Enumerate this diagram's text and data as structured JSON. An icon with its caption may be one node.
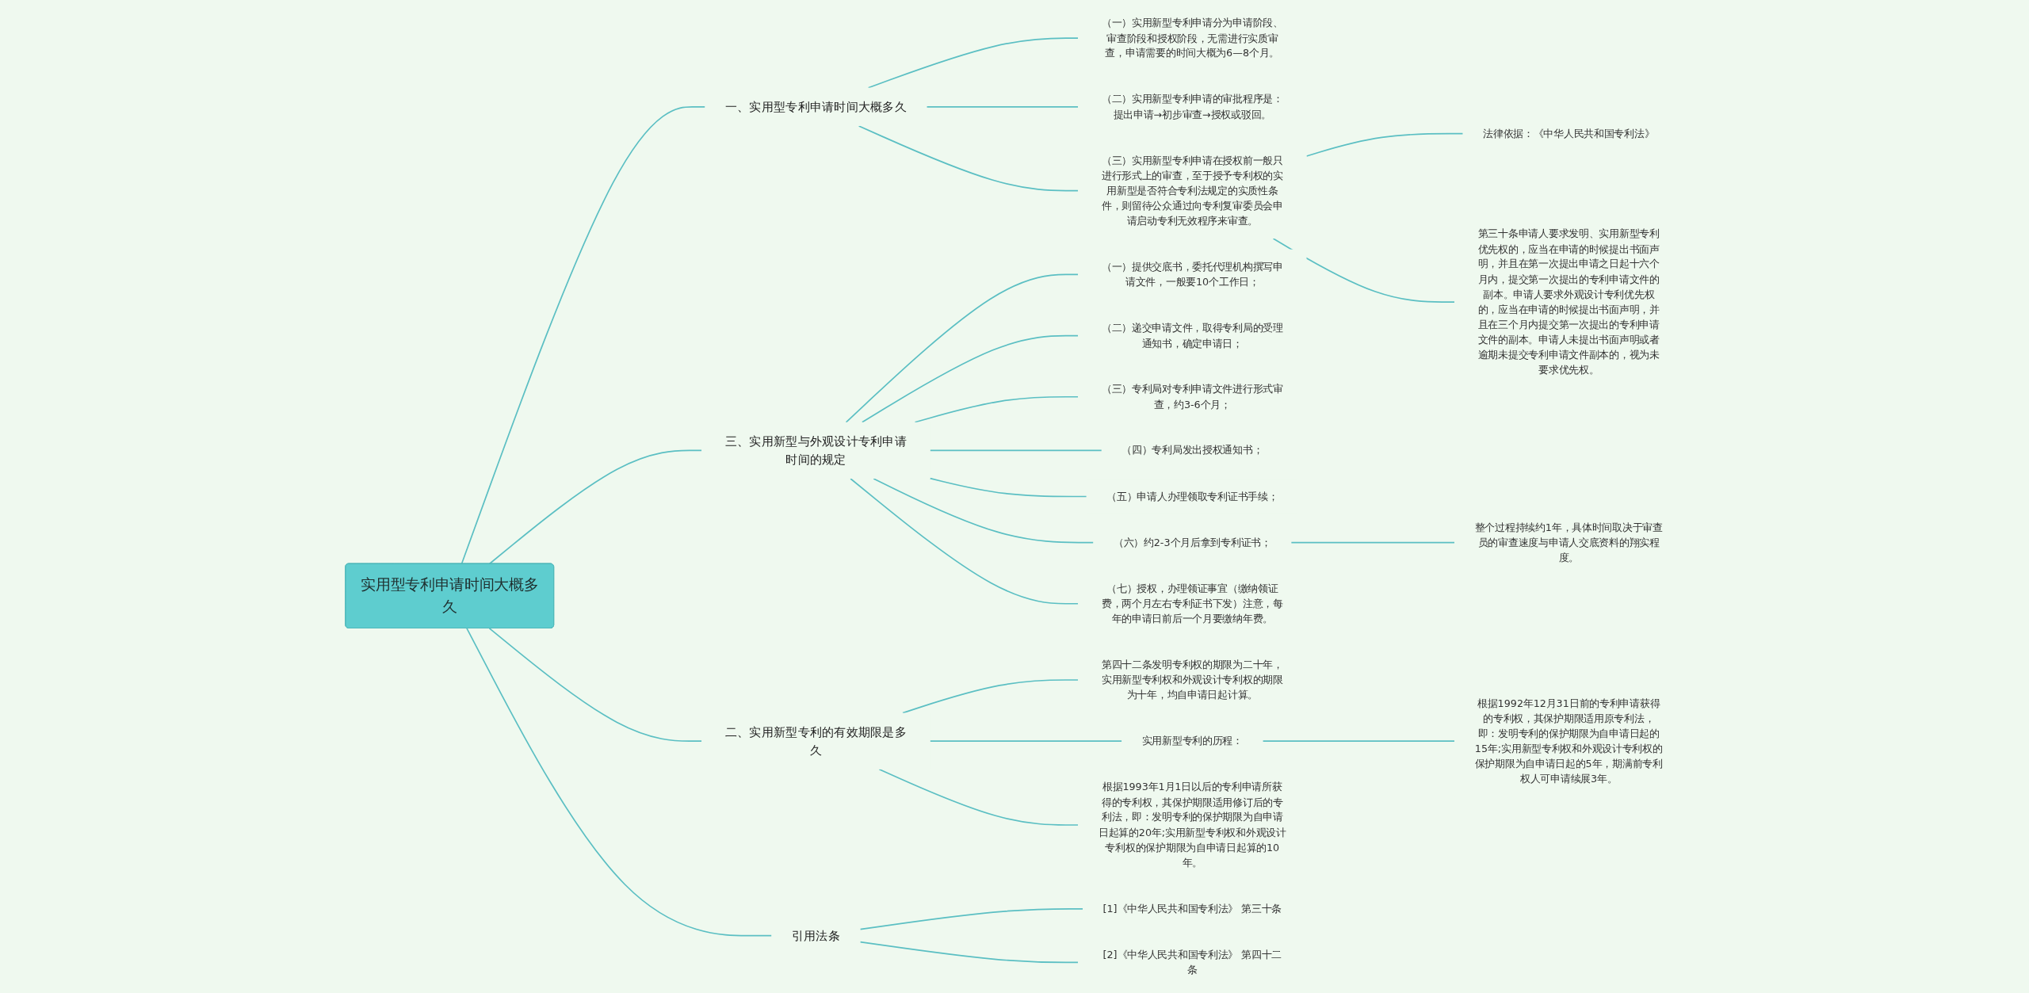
{
  "diagram": {
    "nodes": [
      {
        "text": [
          "实用型专利申请时间大概多久"
        ]
      },
      {
        "text": [
          "一、实用型专利申请时间大概多久"
        ]
      },
      {
        "text": [
          "（一）实用新型专利申请分为申请阶段、审查阶段和授权阶段，无需进行实质审查，申请需要的时间大概为6—8个月。"
        ]
      },
      {
        "text": [
          "（二）实用新型专利申请的审批程序是：提出申请→初步审查→授权或驳回。"
        ]
      },
      {
        "text": [
          "（三）实用新型专利申请在授权前一般只进行形式上的审查，至于授予专利权的实用新型是否符合专利法规定的实质性条件，则留待公众通过向专利复审委员会申请启动专利无效程序来审查。"
        ]
      },
      {
        "text": [
          "法律依据：《中华人民共和国专利法》"
        ]
      },
      {
        "text": [
          "第三十条申请人要求发明、实用新型专利优先权的，应当在申请的时候提出书面声明，并且在第一次提出申请之日起十六个月内，提交第一次提出的专利申请文件的副本。申请人要求外观设计专利优先权的，应当在申请的时候提出书面声明，并且在三个月内提交第一次提出的专利申请文件的副本。申请人未提出书面声明或者逾期未提交专利申请文件副本的，视为未要求优先权。"
        ]
      },
      {
        "text": [
          "三、实用新型与外观设计专利申请时间的规定"
        ]
      },
      {
        "text": [
          "（一）提供交底书，委托代理机构撰写申请文件，一般要10个工作日；"
        ]
      },
      {
        "text": [
          "（二）递交申请文件，取得专利局的受理通知书，确定申请日；"
        ]
      },
      {
        "text": [
          "（三）专利局对专利申请文件进行形式审查，约3-6个月；"
        ]
      },
      {
        "text": [
          "（四）专利局发出授权通知书；"
        ]
      },
      {
        "text": [
          "（五）申请人办理领取专利证书手续；"
        ]
      },
      {
        "text": [
          "（六）约2-3个月后拿到专利证书；"
        ]
      },
      {
        "text": [
          "（七）授权，办理领证事宜（缴纳领证费，两个月左右专利证书下发）注意，每年的申请日前后一个月要缴纳年费。"
        ]
      },
      {
        "text": [
          "整个过程持续约1年，具体时间取决于审查员的审查速度与申请人交底资料的翔实程度。"
        ]
      },
      {
        "text": [
          "二、实用新型专利的有效期限是多久"
        ]
      },
      {
        "text": [
          "第四十二条发明专利权的期限为二十年，实用新型专利权和外观设计专利权的期限为十年，均自申请日起计算。"
        ]
      },
      {
        "text": [
          "实用新型专利的历程："
        ]
      },
      {
        "text": [
          "根据1992年12月31日前的专利申请获得的专利权，其保护期限适用原专利法，即：发明专利的保护期限为自申请日起的15年;实用新型专利权和外观设计专利权的保护期限为自申请日起的5年，期满前专利权人可申请续展3年。"
        ]
      },
      {
        "text": [
          "根据1993年1月1日以后的专利申请所获得的专利权，其保护期限适用修订后的专利法，即：发明专利的保护期限为自申请日起算的20年;实用新型专利权和外观设计专利权的保护期限为自申请日起算的10年。"
        ]
      },
      {
        "text": [
          "引用法条"
        ]
      },
      {
        "text": [
          "[1]《中华人民共和国专利法》 第三十条"
        ]
      },
      {
        "text": [
          "[2]《中华人民共和国专利法》 第四十二条"
        ]
      }
    ],
    "edges": [
      {
        "from": 0,
        "to": 1,
        "arrow": "none"
      },
      {
        "from": 1,
        "to": 2,
        "arrow": "none"
      },
      {
        "from": 1,
        "to": 3,
        "arrow": "none"
      },
      {
        "from": 1,
        "to": 4,
        "arrow": "none"
      },
      {
        "from": 4,
        "to": 5,
        "arrow": "none"
      },
      {
        "from": 4,
        "to": 6,
        "arrow": "none"
      },
      {
        "from": 0,
        "to": 7,
        "arrow": "none"
      },
      {
        "from": 7,
        "to": 8,
        "arrow": "none"
      },
      {
        "from": 7,
        "to": 9,
        "arrow": "none"
      },
      {
        "from": 7,
        "to": 10,
        "arrow": "none"
      },
      {
        "from": 7,
        "to": 11,
        "arrow": "none"
      },
      {
        "from": 7,
        "to": 12,
        "arrow": "none"
      },
      {
        "from": 7,
        "to": 13,
        "arrow": "none"
      },
      {
        "from": 7,
        "to": 14,
        "arrow": "none"
      },
      {
        "from": 13,
        "to": 15,
        "arrow": "none"
      },
      {
        "from": 0,
        "to": 16,
        "arrow": "none"
      },
      {
        "from": 16,
        "to": 17,
        "arrow": "none"
      },
      {
        "from": 16,
        "to": 18,
        "arrow": "none"
      },
      {
        "from": 18,
        "to": 19,
        "arrow": "none"
      },
      {
        "from": 16,
        "to": 20,
        "arrow": "none"
      },
      {
        "from": 0,
        "to": 21,
        "arrow": "none"
      },
      {
        "from": 21,
        "to": 22,
        "arrow": "none"
      },
      {
        "from": 21,
        "to": 23,
        "arrow": "none"
      }
    ]
  }
}
